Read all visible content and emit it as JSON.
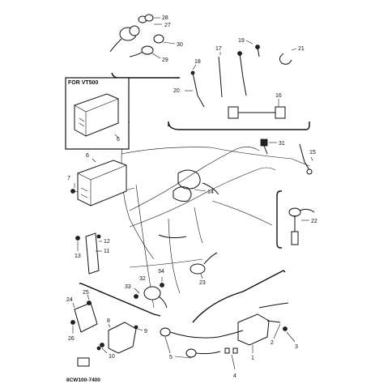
{
  "inset_label": "FOR VT500",
  "diagram_code": "8CW100-7400",
  "callouts": {
    "c1": "1",
    "c2": "2",
    "c3": "3",
    "c4": "4",
    "c5": "5",
    "c6a": "6",
    "c6b": "6",
    "c7": "7",
    "c8": "8",
    "c9": "9",
    "c10": "10",
    "c11": "11",
    "c12": "12",
    "c13": "13",
    "c14": "14",
    "c15": "15",
    "c16": "16",
    "c17": "17",
    "c18": "18",
    "c19": "19",
    "c20": "20",
    "c21": "21",
    "c22": "22",
    "c23": "23",
    "c24": "24",
    "c25": "25",
    "c26": "26",
    "c27": "27",
    "c28": "28",
    "c29": "29",
    "c30": "30",
    "c31": "31",
    "c32": "32",
    "c33": "33",
    "c34": "34"
  }
}
